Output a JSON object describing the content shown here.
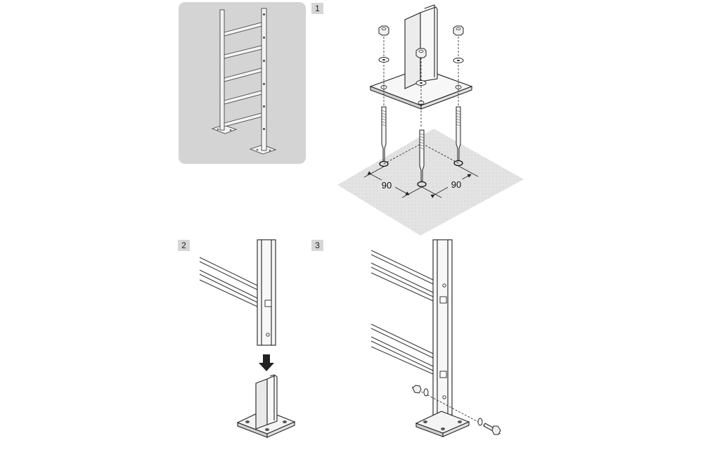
{
  "steps": [
    {
      "label": "1"
    },
    {
      "label": "2"
    },
    {
      "label": "3"
    }
  ],
  "dimensions": {
    "left": "90",
    "right": "90"
  },
  "colors": {
    "panel_bg": "#d4d4d4",
    "ground": "#e3e3e3",
    "line": "#333333"
  }
}
